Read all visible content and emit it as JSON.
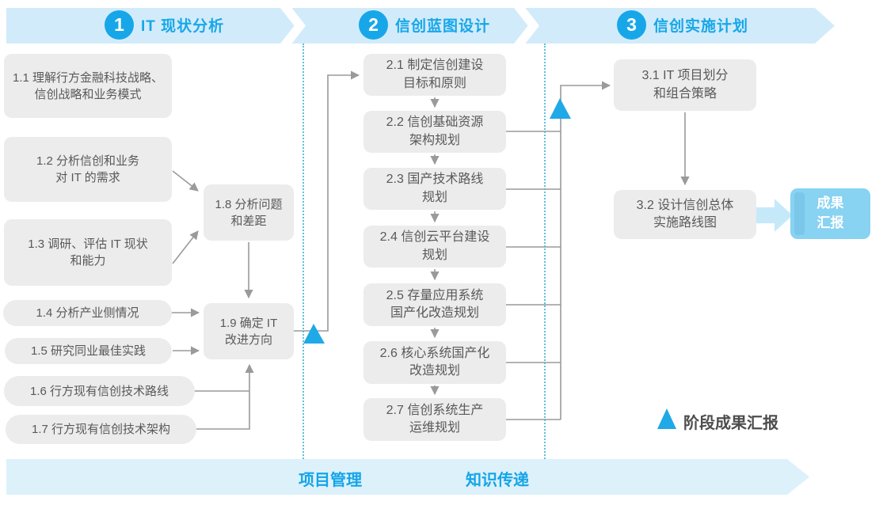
{
  "phases": [
    {
      "number": "1",
      "title": "IT 现状分析"
    },
    {
      "number": "2",
      "title": "信创蓝图设计"
    },
    {
      "number": "3",
      "title": "信创实施计划"
    }
  ],
  "phase1_steps": {
    "s11": "1.1 理解行方金融科技战略、\n信创战略和业务模式",
    "s12": "1.2 分析信创和业务\n对 IT 的需求",
    "s13": "1.3 调研、评估 IT 现状\n和能力",
    "s14": "1.4 分析产业侧情况",
    "s15": "1.5 研究同业最佳实践",
    "s16": "1.6 行方现有信创技术路线",
    "s17": "1.7 行方现有信创技术架构",
    "s18": "1.8 分析问题\n和差距",
    "s19": "1.9 确定 IT\n改进方向"
  },
  "phase2_steps": {
    "s21": "2.1 制定信创建设\n目标和原则",
    "s22": "2.2 信创基础资源\n架构规划",
    "s23": "2.3 国产技术路线\n规划",
    "s24": "2.4 信创云平台建设\n规划",
    "s25": "2.5 存量应用系统\n国产化改造规划",
    "s26": "2.6 核心系统国产化\n改造规划",
    "s27": "2.7 信创系统生产\n运维规划"
  },
  "phase3_steps": {
    "s31": "3.1 IT 项目划分\n和组合策略",
    "s32": "3.2 设计信创总体\n实施路线图"
  },
  "result_box_label": "成果\n汇报",
  "legend_label": "阶段成果汇报",
  "bottom_band": {
    "label_left": "项目管理",
    "label_right": "知识传递"
  },
  "colors": {
    "accent_blue": "#17a7e8",
    "band_light_blue": "#d2ebfa",
    "bottom_band_blue": "#ddf1fb",
    "node_gray": "#ececec",
    "node_text_gray": "#595959",
    "connector_gray": "#9a9a9a",
    "result_box_blue": "#88d2f2",
    "triangle_blue": "#1fa9e6",
    "dotted_line_teal": "#5fc0de"
  }
}
